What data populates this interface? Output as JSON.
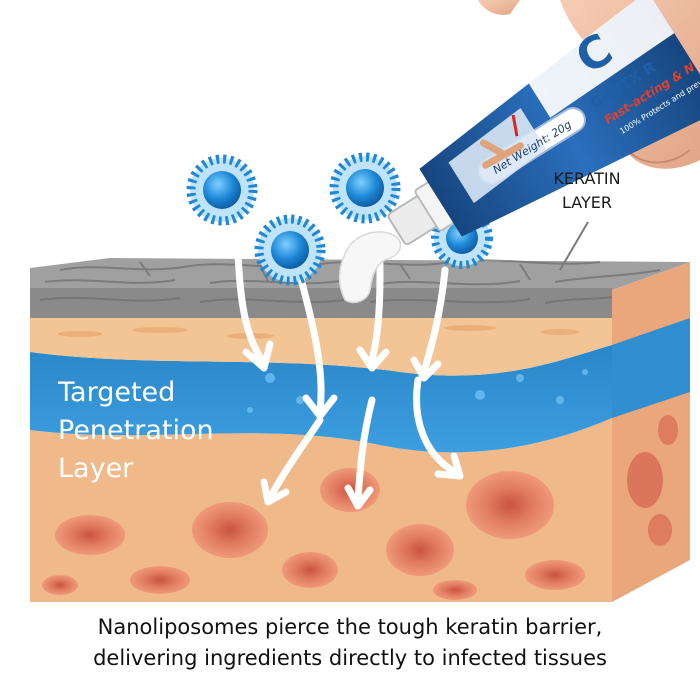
{
  "labels": {
    "keratin_line1": "KERATIN",
    "keratin_line2": "LAYER",
    "penetration_line1": "Targeted",
    "penetration_line2": "Penetration",
    "penetration_line3": "Layer"
  },
  "caption": {
    "line1": "Nanoliposomes pierce the tough keratin barrier,",
    "line2": "delivering ingredients directly to infected tissues"
  },
  "tube": {
    "brand": "C",
    "product_line": "GENTX R",
    "tagline": "Fast-acting & N",
    "fine_print": "100% Protects and prev",
    "net_weight": "Net Weight: 20g"
  },
  "colors": {
    "keratin": "#8f8f8f",
    "epidermis": "#f2c08f",
    "penetration_layer": "#2a86c8",
    "dermis": "#f0b98a",
    "infected_cells": "#e07a5f",
    "nanoliposome": "#1e88d6",
    "tube_blue": "#1f5fa8"
  }
}
